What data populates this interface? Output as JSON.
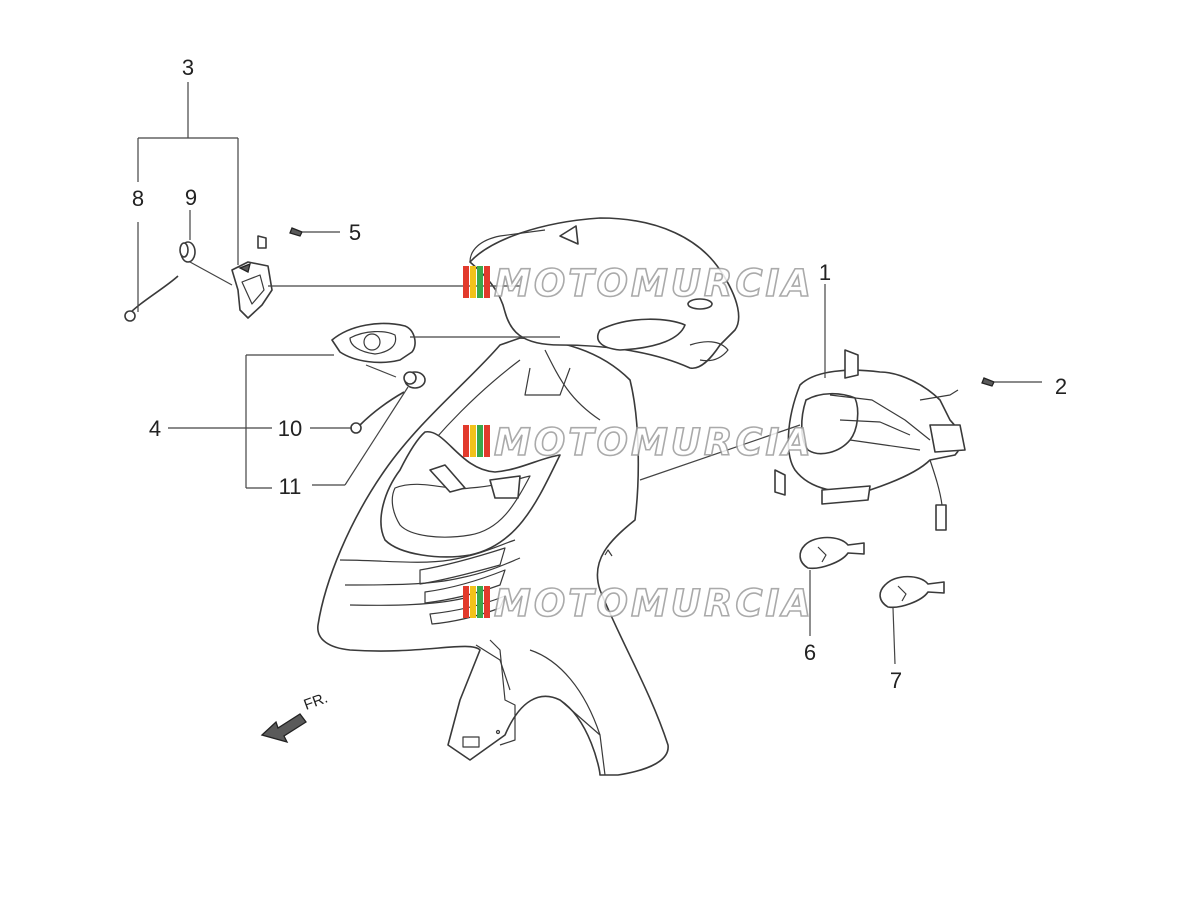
{
  "callouts": {
    "c1": "1",
    "c2": "2",
    "c3": "3",
    "c4": "4",
    "c5": "5",
    "c6": "6",
    "c7": "7",
    "c8": "8",
    "c9": "9",
    "c10": "10",
    "c11": "11"
  },
  "direction_label": "FR.",
  "watermark": "MOTOMURCIA",
  "colors": {
    "watermark_red": "#e23a2c",
    "watermark_yellow": "#f2c21a",
    "watermark_green": "#3aa84a",
    "line": "#3a3a3a"
  }
}
